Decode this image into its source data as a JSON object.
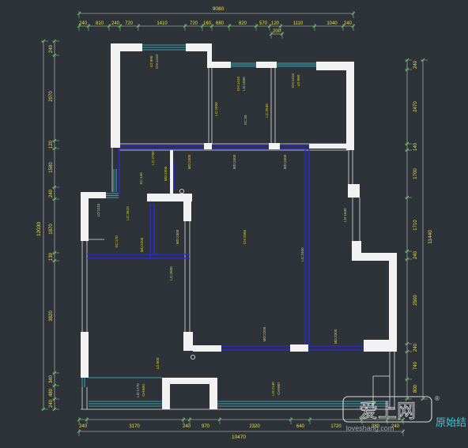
{
  "colors": {
    "background": "#2e3239",
    "wall": "#f2f2f2",
    "window": "#3fc6d6",
    "door_line": "#2a2ae8",
    "dimension_text": "#e6e04a",
    "label_text": "#d9d23c"
  },
  "dimensions": {
    "top_overall": "9080",
    "top": [
      "240",
      "810",
      "240",
      "720",
      "1410",
      "720",
      "160",
      "680",
      "820",
      "570",
      "120",
      "1110",
      "1040",
      "240"
    ],
    "top_sub": "200",
    "left_overall": "12030",
    "left": [
      "240",
      "2970",
      "120",
      "1580",
      "240",
      "1870",
      "130",
      "3820",
      "340",
      "480",
      "240"
    ],
    "right_overall": "11440",
    "right": [
      "240",
      "2470",
      "140",
      "1700",
      "1710",
      "240",
      "2500",
      "240",
      "740",
      "800"
    ],
    "bottom_overall": "10470",
    "bottom": [
      "240",
      "3170",
      "240",
      "970",
      "2320",
      "640",
      "1720",
      "380",
      "240"
    ]
  },
  "labels": [
    "LD:990",
    "CH:1410",
    "CH:1410",
    "LD:1000",
    "CH:1410",
    "LD:990",
    "LC:2400",
    "XC:30",
    "LC:2540",
    "LC:2700",
    "XC:140",
    "MD:2400",
    "MD:2400",
    "MD:2400",
    "MD:2400",
    "LD:1640",
    "LD:1110",
    "LC:2610",
    "XC:170",
    "MD:2200",
    "MD:2300",
    "CH:2560",
    "LC:2400",
    "LC:2600",
    "MD:2200",
    "MD:2300",
    "LD:600",
    "LD:1770",
    "CH:600",
    "LD:2140",
    "CH:600"
  ],
  "watermark": {
    "brand": "爱上网",
    "site": "loveshang.com",
    "mark": "®",
    "caption": "原始结"
  }
}
